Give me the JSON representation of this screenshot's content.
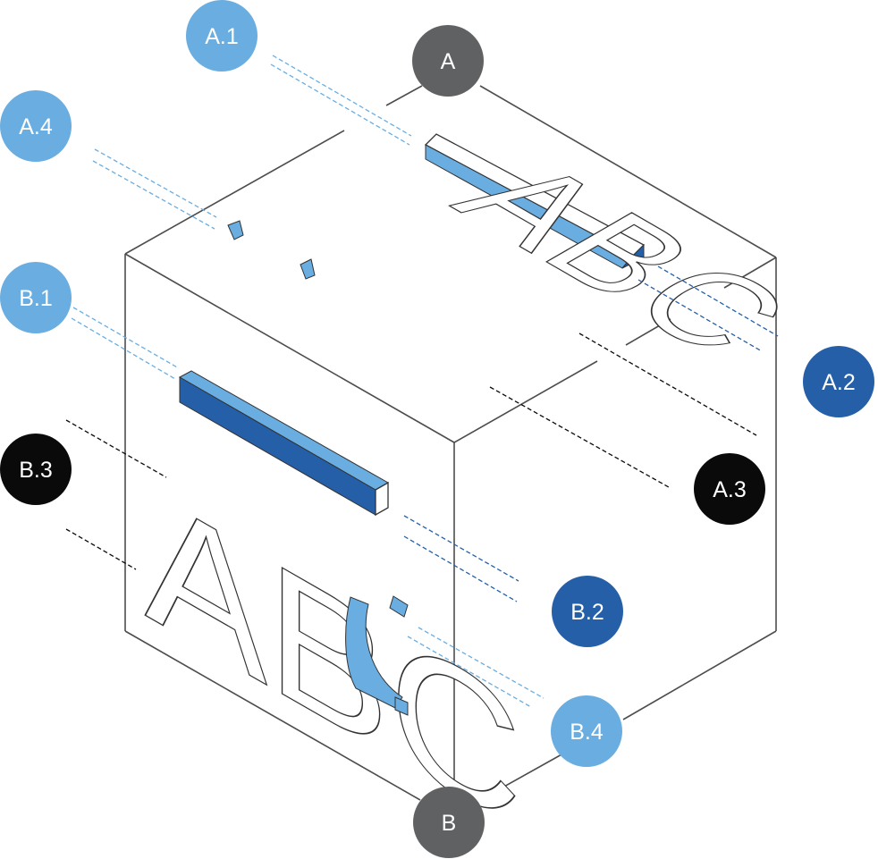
{
  "colors": {
    "gray": "#5f6163",
    "light_blue": "#6aade0",
    "dark_blue": "#245fa8",
    "black": "#0a0a0a",
    "line": "#4d4d4d"
  },
  "labels": {
    "A": "A",
    "B": "B",
    "A1": "A.1",
    "A2": "A.2",
    "A3": "A.3",
    "A4": "A.4",
    "B1": "B.1",
    "B2": "B.2",
    "B3": "B.3",
    "B4": "B.4"
  },
  "top_face_text": "ABC",
  "front_face_text": "ABC"
}
